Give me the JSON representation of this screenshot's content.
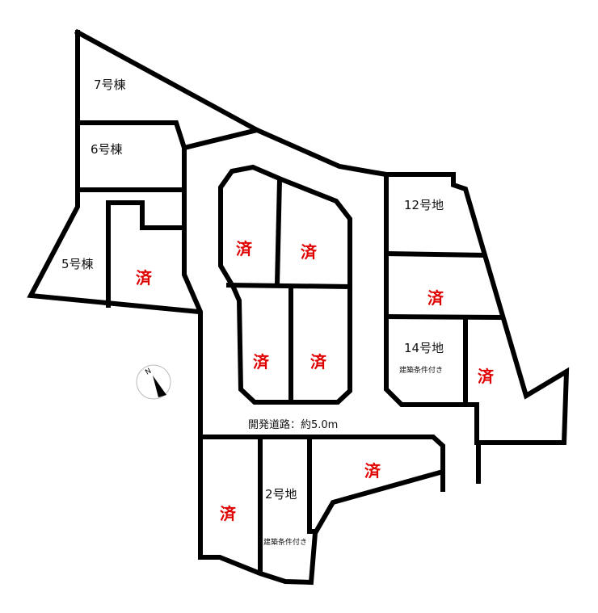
{
  "map": {
    "sold_color": "#e00000",
    "line_color": "#000000",
    "road_label": "開発道路：約5.0m",
    "compass": {
      "icon": "north-arrow-icon",
      "label": "N"
    },
    "lots": [
      {
        "id": "7",
        "label": "7号棟",
        "status": ""
      },
      {
        "id": "6",
        "label": "6号棟",
        "status": ""
      },
      {
        "id": "5",
        "label": "5号棟",
        "status": ""
      },
      {
        "id": "4",
        "label": "",
        "status": "済"
      },
      {
        "id": "c1",
        "label": "",
        "status": "済"
      },
      {
        "id": "c2",
        "label": "",
        "status": "済"
      },
      {
        "id": "c3",
        "label": "",
        "status": "済"
      },
      {
        "id": "c4",
        "label": "",
        "status": "済"
      },
      {
        "id": "12",
        "label": "12号地",
        "status": ""
      },
      {
        "id": "13",
        "label": "",
        "status": "済"
      },
      {
        "id": "14",
        "label": "14号地",
        "status": "",
        "note": "建築条件付き"
      },
      {
        "id": "15",
        "label": "",
        "status": "済"
      },
      {
        "id": "1",
        "label": "",
        "status": "済"
      },
      {
        "id": "2",
        "label": "2号地",
        "status": "",
        "note": "建築条件付き"
      },
      {
        "id": "3",
        "label": "",
        "status": "済"
      }
    ]
  }
}
